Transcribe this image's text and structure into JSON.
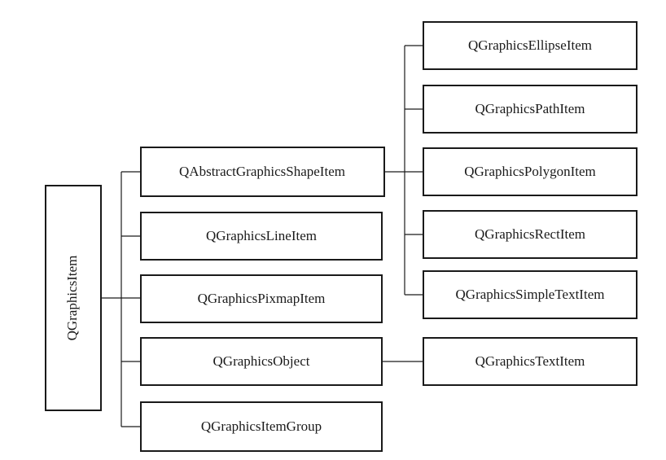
{
  "root": {
    "label": "QGraphicsItem"
  },
  "children": [
    {
      "label": "QAbstractGraphicsShapeItem"
    },
    {
      "label": "QGraphicsLineItem"
    },
    {
      "label": "QGraphicsPixmapItem"
    },
    {
      "label": "QGraphicsObject"
    },
    {
      "label": "QGraphicsItemGroup"
    }
  ],
  "shape_children": [
    {
      "label": "QGraphicsEllipseItem"
    },
    {
      "label": "QGraphicsPathItem"
    },
    {
      "label": "QGraphicsPolygonItem"
    },
    {
      "label": "QGraphicsRectItem"
    },
    {
      "label": "QGraphicsSimpleTextItem"
    }
  ],
  "object_children": [
    {
      "label": "QGraphicsTextItem"
    }
  ]
}
